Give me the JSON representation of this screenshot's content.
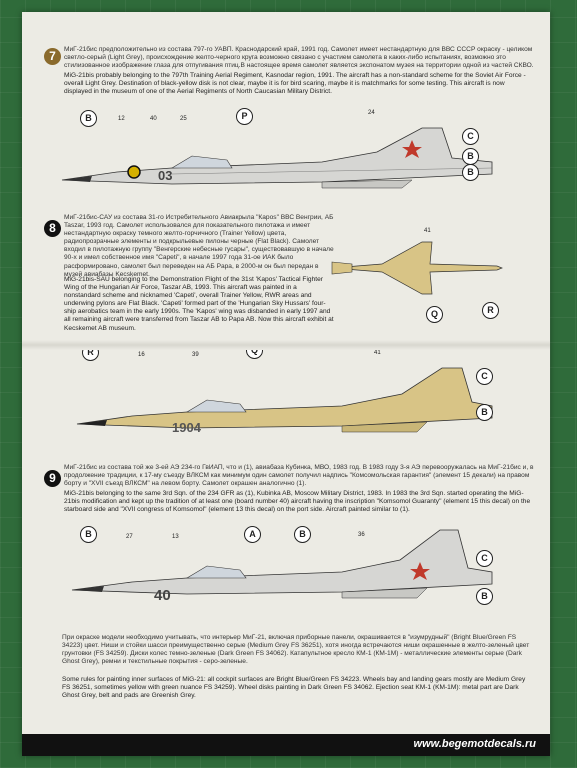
{
  "sections": [
    {
      "number": "7",
      "ru": "МиГ-21бис предположительно из состава 797-го УАВП. Краснодарский край, 1991 год. Самолет имеет нестандартную для ВВС СССР окраску - целиком светло-серый (Light Grey), происхождение желто-черного круга возможно связано с участием самолета в каких-либо испытаниях, возможно это стилизованное изображение глаза для отпугивания птиц.В настоящее время самолет является экспонатом музея на территории одной из частей СКВО.",
      "en": "MiG-21bis probably belonging to the 797th Training Aerial Regiment, Kasnodar region, 1991. The aircraft has a non-standard scheme for the Soviet Air Force - overall Light Grey. Destination of black-yellow disk is not clear, maybe it is for bird scaring, maybe it is matchmarks for some testing. This aircraft is now displayed in the museum of one of the Aerial Regiments of North Caucasian Military District.",
      "labels": [
        "B",
        "P",
        "C",
        "B",
        "B"
      ],
      "ticks": [
        "12",
        "40",
        "25",
        "24"
      ],
      "board": "03"
    },
    {
      "number": "8",
      "ru": "МиГ-21бис-САУ из состава 31-го Истребительного Авиакрыла \"Каpos\" ВВС Венгрии, АБ Taszar, 1993 год. Самолет использовался для показательного пилотажа и имеет нестандартную окраску темного желто-горчичного (Trainer Yellow) цвета, радиопрозрачные элементы и подкрыльевые пилоны черные (Flat Black). Самолет входил в пилотажную группу \"Венгерские небесные гусары\", существовавшую в начале 90-х и имел собственное имя \"Capeti\", в начале 1997 года 31-ое ИАК было расформировано, самолет был переведен на АБ Papa, в 2000-м он был передан в музей авиабазы Kecskemet.",
      "en": "MiG-21bis-SAU belonging to the Demonstration Flight of the 31st 'Kapos' Tactical Fighter Wing of the Hungarian Air Force, Taszar AB, 1993. This aircraft was painted in a nonstandard scheme and nicknamed 'Capeti', overall Trainer Yellow, RWR areas and underwing pylons are Flat Black. 'Capeti' formed part of the 'Hungarian Sky Hussars' four-ship aerobatics team in the early 1990s. The 'Kapos' wing was disbanded in early 1997 and all remaining aircraft were transferred from Taszar AB to Papa AB. Now this aircraft exhibit at Kecskemet AB museum.",
      "labels": [
        "Q",
        "R",
        "R",
        "Q",
        "C",
        "B"
      ],
      "ticks": [
        "41",
        "16",
        "39",
        "41"
      ],
      "board": "1904"
    },
    {
      "number": "9",
      "ru": "МиГ-21бис из состава той же 3-ей АЭ 234-го ГвИАП, что и (1), авиабаза Кубинка, МВО, 1983 год. В 1983 году 3-я АЭ перевооружалась на МиГ-21бис и, в продолжение традиции, к 17-му съезду ВЛКСМ как минимум один самолет получил надпись \"Комсомольская гарантия\" (элемент 15 декали) на правом борту и \"XVII съезд ВЛКСМ\" на левом борту. Самолет окрашен аналогично (1).",
      "en": "MiG-21bis belonging to the same 3rd Sqn. of the 234 GFR as (1), Kubinka AB, Moscow Military District, 1983. In 1983 the 3rd Sqn. started operating the MiG-21bis modification and kept up the tradition of at least one (board number 40) aircraft having the inscription \"Komsomol Guaranty\" (element 15 this decal) on the starboard side and \"XVII congress of Komsomol\" (element 13 this decal) on the port side. Aircraft painted similar to (1).",
      "labels": [
        "B",
        "A",
        "B",
        "C",
        "B"
      ],
      "ticks": [
        "27",
        "13",
        "36"
      ],
      "board": "40"
    }
  ],
  "notes": {
    "ru": "При окраске модели необходимо учитывать, что интерьер МиГ-21, включая приборные панели, окрашивается в \"изумрудный\" (Bright Blue/Green FS 34223) цвет. Ниши и стойки шасси преимущественно серые (Medium Grey FS 36251), хотя иногда встречаются ниши окрашенные в желто-зеленый цвет грунтовки (FS 34259). Диски колес темно-зеленые (Dark Green FS 34062). Катапультное кресло КМ-1 (КМ-1М) - металлические элементы серые (Dark Ghost Grey), ремни и текстильные покрытия - серо-зеленые.",
    "en": "Some rules for painting inner surfaces of MiG-21: all cockpit surfaces are Bright Blue/Green FS 34223. Wheels bay and landing gears mostly are Medium Grey FS 36251, sometimes yellow with green nuance FS 34259). Wheel disks painting in Dark Green FS 34062. Ejection seat KM-1 (KM-1M): metal part are Dark Ghost Grey, belt and pads are Greenish Grey."
  },
  "footer": {
    "url": "www.begemotdecals.ru"
  },
  "colors": {
    "mat": "#2f6b3a",
    "paper": "#ecebe4",
    "yellow": "#d8c486",
    "grey": "#d6d6d3",
    "badge7": "#8a6a2c"
  }
}
